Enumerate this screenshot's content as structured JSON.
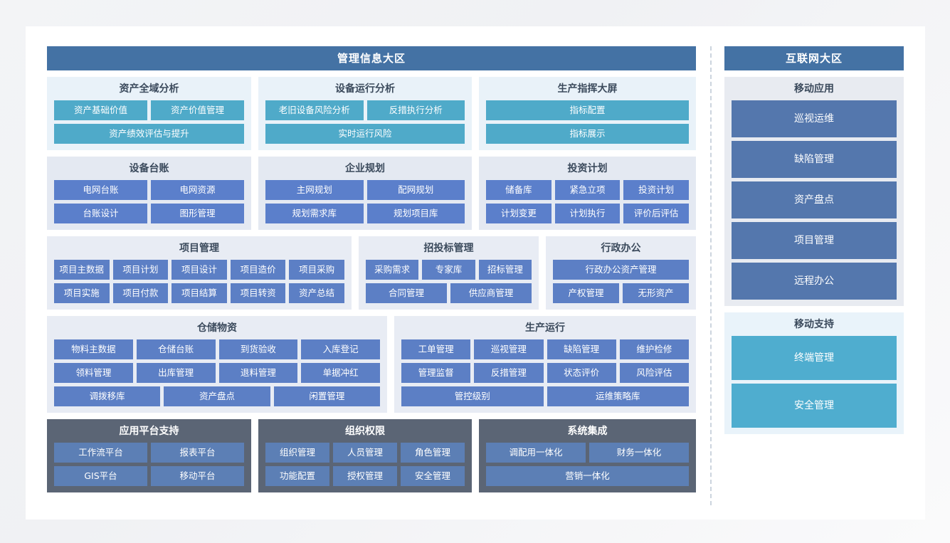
{
  "regions": {
    "left": {
      "title": "管理信息大区"
    },
    "right": {
      "title": "互联网大区"
    }
  },
  "colors": {
    "header_bar": "#4472a4",
    "cyan_tile": "#4faac9",
    "blue_tile": "#5b7fcb",
    "dark_panel": "#5b6575",
    "cyan_panel_bg": "#e9f2f9",
    "blue_panel_bg": "#e4e9f2",
    "card_bg": "#ffffff",
    "page_bg": "#f2f3f5",
    "divider": "#ccd4de"
  },
  "left_groups": [
    {
      "title": "资产全域分析",
      "theme": "cyan",
      "rows": [
        [
          "资产基础价值",
          "资产价值管理"
        ],
        [
          "资产绩效评估与提升"
        ]
      ]
    },
    {
      "title": "设备运行分析",
      "theme": "cyan",
      "rows": [
        [
          "老旧设备风险分析",
          "反措执行分析"
        ],
        [
          "实时运行风险"
        ]
      ]
    },
    {
      "title": "生产指挥大屏",
      "theme": "cyan",
      "rows": [
        [
          "指标配置"
        ],
        [
          "指标展示"
        ]
      ]
    },
    {
      "title": "设备台账",
      "theme": "blue",
      "rows": [
        [
          "电网台账",
          "电网资源"
        ],
        [
          "台账设计",
          "图形管理"
        ]
      ]
    },
    {
      "title": "企业规划",
      "theme": "blue",
      "rows": [
        [
          "主网规划",
          "配网规划"
        ],
        [
          "规划需求库",
          "规划项目库"
        ]
      ]
    },
    {
      "title": "投资计划",
      "theme": "blue",
      "rows": [
        [
          "储备库",
          "紧急立项",
          "投资计划"
        ],
        [
          "计划变更",
          "计划执行",
          "评价后评估"
        ]
      ]
    },
    {
      "title": "项目管理",
      "theme": "blue2",
      "rows": [
        [
          "项目主数据",
          "项目计划",
          "项目设计",
          "项目造价",
          "项目采购"
        ],
        [
          "项目实施",
          "项目付款",
          "项目结算",
          "项目转资",
          "资产总结"
        ]
      ]
    },
    {
      "title": "招投标管理",
      "theme": "blue2",
      "rows": [
        [
          "采购需求",
          "专家库",
          "招标管理"
        ],
        [
          "合同管理",
          "供应商管理"
        ]
      ]
    },
    {
      "title": "行政办公",
      "theme": "blue2",
      "rows": [
        [
          "行政办公资产管理"
        ],
        [
          "产权管理",
          "无形资产"
        ]
      ]
    },
    {
      "title": "仓储物资",
      "theme": "blue2",
      "rows": [
        [
          "物料主数据",
          "仓储台账",
          "到货验收",
          "入库登记"
        ],
        [
          "领料管理",
          "出库管理",
          "退料管理",
          "单据冲红"
        ],
        [
          "调拨移库",
          "资产盘点",
          "闲置管理"
        ]
      ]
    },
    {
      "title": "生产运行",
      "theme": "blue2",
      "rows": [
        [
          "工单管理",
          "巡视管理",
          "缺陷管理",
          "维护检修"
        ],
        [
          "管理监督",
          "反措管理",
          "状态评价",
          "风险评估"
        ],
        [
          "管控级别",
          "运维策略库"
        ]
      ]
    },
    {
      "title": "应用平台支持",
      "theme": "dark",
      "rows": [
        [
          "工作流平台",
          "报表平台"
        ],
        [
          "GIS平台",
          "移动平台"
        ]
      ]
    },
    {
      "title": "组织权限",
      "theme": "dark",
      "rows": [
        [
          "组织管理",
          "人员管理",
          "角色管理"
        ],
        [
          "功能配置",
          "授权管理",
          "安全管理"
        ]
      ]
    },
    {
      "title": "系统集成",
      "theme": "dark",
      "rows": [
        [
          "调配用一体化",
          "财务一体化"
        ],
        [
          "营销一体化"
        ]
      ]
    }
  ],
  "right_groups": [
    {
      "title": "移动应用",
      "theme": "mobile",
      "rows": [
        [
          "巡视运维"
        ],
        [
          "缺陷管理"
        ],
        [
          "资产盘点"
        ],
        [
          "项目管理"
        ],
        [
          "远程办公"
        ]
      ]
    },
    {
      "title": "移动支持",
      "theme": "support",
      "rows": [
        [
          "终端管理"
        ],
        [
          "安全管理"
        ]
      ]
    }
  ]
}
